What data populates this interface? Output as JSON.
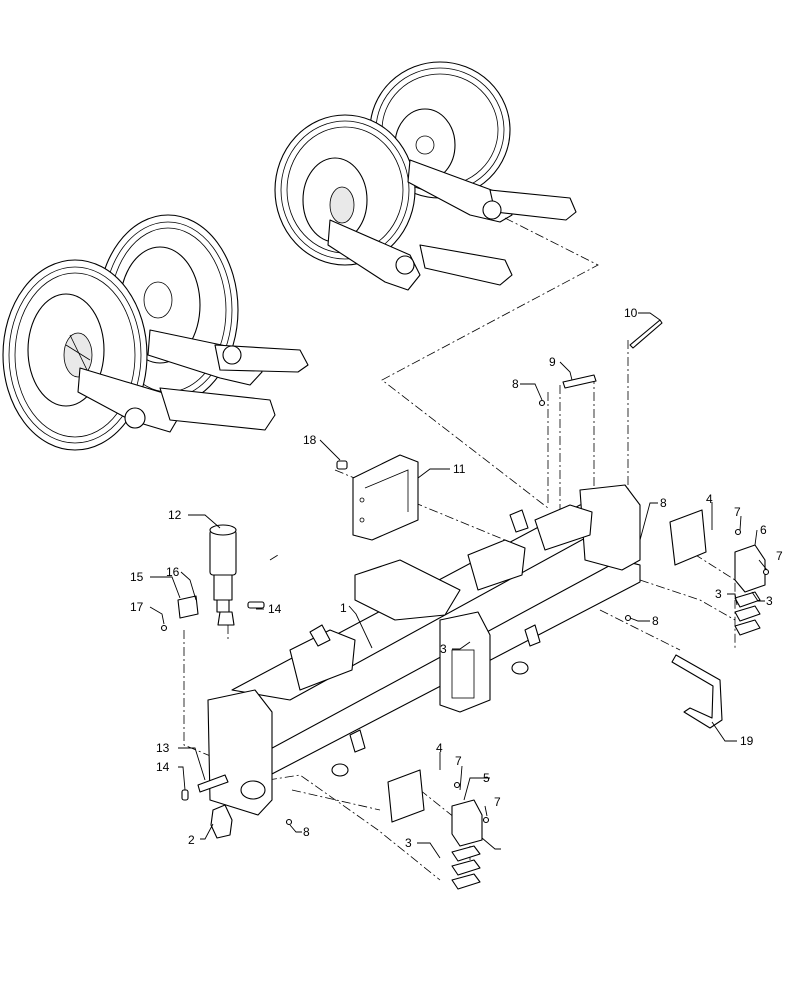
{
  "diagram": {
    "callouts": [
      {
        "id": "c1",
        "text": "1"
      },
      {
        "id": "c2",
        "text": "2"
      },
      {
        "id": "c3a",
        "text": "3"
      },
      {
        "id": "c3b",
        "text": "3"
      },
      {
        "id": "c3c",
        "text": "3"
      },
      {
        "id": "c3d",
        "text": "3"
      },
      {
        "id": "c4a",
        "text": "4"
      },
      {
        "id": "c4b",
        "text": "4"
      },
      {
        "id": "c5",
        "text": "5"
      },
      {
        "id": "c6",
        "text": "6"
      },
      {
        "id": "c7a",
        "text": "7"
      },
      {
        "id": "c7b",
        "text": "7"
      },
      {
        "id": "c7c",
        "text": "7"
      },
      {
        "id": "c7d",
        "text": "7"
      },
      {
        "id": "c8a",
        "text": "8"
      },
      {
        "id": "c8b",
        "text": "8"
      },
      {
        "id": "c8c",
        "text": "8"
      },
      {
        "id": "c8d",
        "text": "8"
      },
      {
        "id": "c9",
        "text": "9"
      },
      {
        "id": "c10",
        "text": "10"
      },
      {
        "id": "c11",
        "text": "11"
      },
      {
        "id": "c12",
        "text": "12"
      },
      {
        "id": "c13",
        "text": "13"
      },
      {
        "id": "c14a",
        "text": "14"
      },
      {
        "id": "c14b",
        "text": "14"
      },
      {
        "id": "c15",
        "text": "15"
      },
      {
        "id": "c16",
        "text": "16"
      },
      {
        "id": "c17",
        "text": "17"
      },
      {
        "id": "c18",
        "text": "18"
      },
      {
        "id": "c19",
        "text": "19"
      }
    ]
  }
}
